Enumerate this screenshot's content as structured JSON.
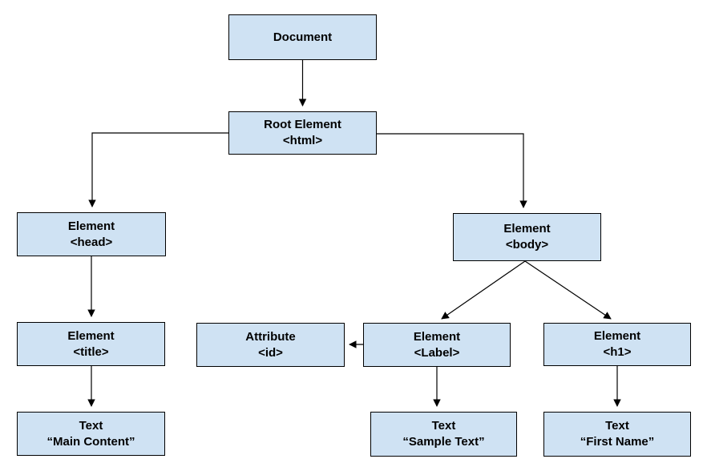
{
  "diagram": {
    "colors": {
      "node_fill": "#cfe2f3",
      "node_border": "#000000",
      "line": "#000000",
      "background": "#ffffff"
    },
    "nodes": {
      "document": {
        "line1": "Document",
        "line2": ""
      },
      "root_element": {
        "line1": "Root Element",
        "line2": "<html>"
      },
      "head": {
        "line1": "Element",
        "line2": "<head>"
      },
      "body": {
        "line1": "Element",
        "line2": "<body>"
      },
      "title": {
        "line1": "Element",
        "line2": "<title>"
      },
      "attribute_id": {
        "line1": "Attribute",
        "line2": "<id>"
      },
      "label": {
        "line1": "Element",
        "line2": "<Label>"
      },
      "h1": {
        "line1": "Element",
        "line2": "<h1>"
      },
      "text_main": {
        "line1": "Text",
        "line2": "“Main Content”"
      },
      "text_sample": {
        "line1": "Text",
        "line2": "“Sample Text”"
      },
      "text_first": {
        "line1": "Text",
        "line2": "“First Name”"
      }
    }
  }
}
